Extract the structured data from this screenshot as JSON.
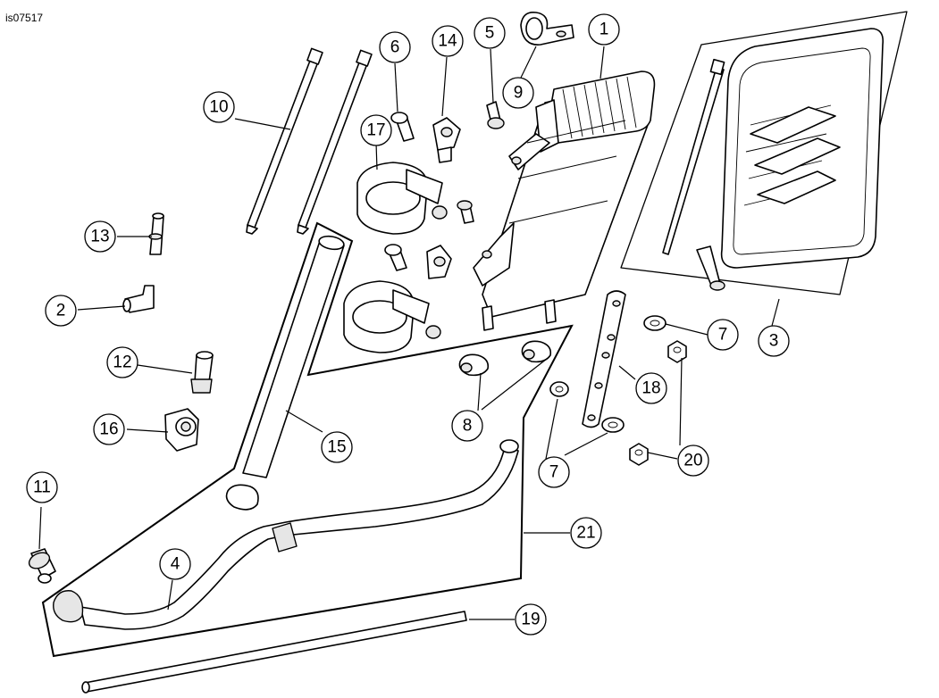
{
  "figure_id": "is07517",
  "callouts": [
    {
      "id": "c1",
      "label": "1"
    },
    {
      "id": "c2",
      "label": "2"
    },
    {
      "id": "c3",
      "label": "3"
    },
    {
      "id": "c4",
      "label": "4"
    },
    {
      "id": "c5",
      "label": "5"
    },
    {
      "id": "c6",
      "label": "6"
    },
    {
      "id": "c7a",
      "label": "7"
    },
    {
      "id": "c7b",
      "label": "7"
    },
    {
      "id": "c8",
      "label": "8"
    },
    {
      "id": "c9",
      "label": "9"
    },
    {
      "id": "c10",
      "label": "10"
    },
    {
      "id": "c11",
      "label": "11"
    },
    {
      "id": "c12",
      "label": "12"
    },
    {
      "id": "c13",
      "label": "13"
    },
    {
      "id": "c14",
      "label": "14"
    },
    {
      "id": "c15",
      "label": "15"
    },
    {
      "id": "c16",
      "label": "16"
    },
    {
      "id": "c17",
      "label": "17"
    },
    {
      "id": "c18",
      "label": "18"
    },
    {
      "id": "c19",
      "label": "19"
    },
    {
      "id": "c20",
      "label": "20"
    },
    {
      "id": "c21",
      "label": "21"
    }
  ]
}
